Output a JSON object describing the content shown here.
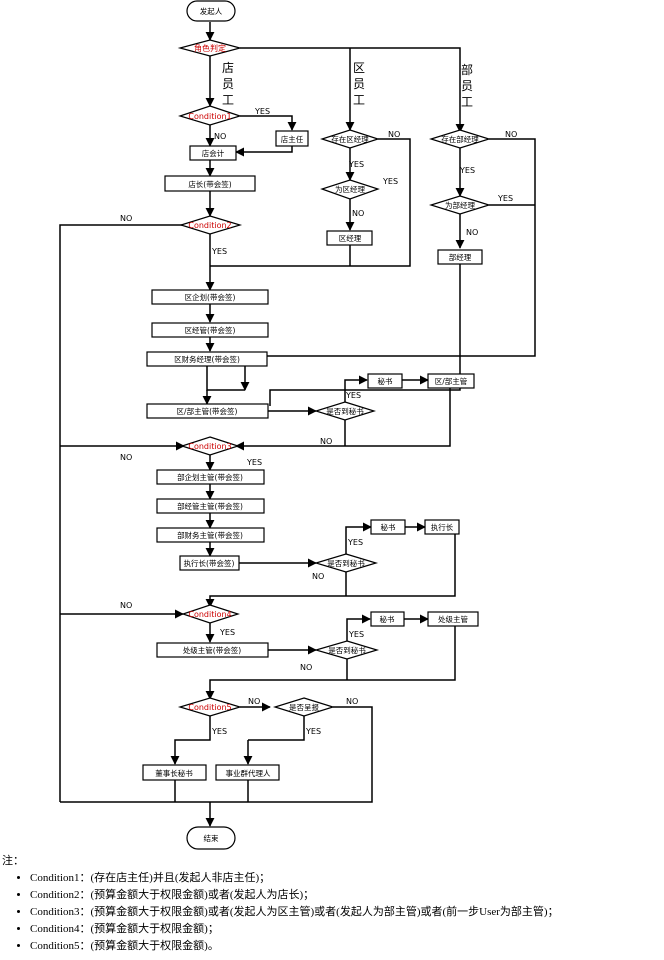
{
  "nodes": {
    "start": "发起人",
    "role": "角色判定",
    "store_staff": [
      "店",
      "员",
      "工"
    ],
    "district_staff": [
      "区",
      "员",
      "工"
    ],
    "dept_staff": [
      "部",
      "员",
      "工"
    ],
    "cond1": "Condition1",
    "store_owner": "店主任",
    "store_accountant": "店会计",
    "store_manager": "店长(带会签)",
    "cond2": "Condition2",
    "has_district_mgr": "存在区经理",
    "is_district_mgr": "为区经理",
    "district_mgr": "区经理",
    "has_dept_mgr": "存在部经理",
    "is_dept_mgr": "为部经理",
    "dept_mgr": "部经理",
    "district_planning": "区企划(带会签)",
    "district_ops": "区经管(带会签)",
    "district_finance": "区财务经理(带会签)",
    "district_head": "区/部主管(带会签)",
    "secretary1_q": "是否到秘书",
    "secretary1": "秘书",
    "district_head2": "区/部主管",
    "cond3": "Condition3",
    "dept_planning": "部企划主管(带会签)",
    "dept_ops": "部经管主管(带会签)",
    "dept_finance": "部财务主管(带会签)",
    "executive": "执行长(带会签)",
    "secretary2_q": "是否到秘书",
    "secretary2": "秘书",
    "executive2": "执行长",
    "cond4": "Condition4",
    "division_head": "处级主管(带会签)",
    "secretary3_q": "是否到秘书",
    "secretary3": "秘书",
    "division_head2": "处级主管",
    "cond5": "Condition5",
    "report_q": "是否呈报",
    "chairman_secretary": "董事长秘书",
    "business_agent": "事业群代理人",
    "end": "结束"
  },
  "edge_labels": {
    "yes": "YES",
    "no": "NO"
  },
  "colors": {
    "condition_text": "#cc0000",
    "line": "#000000"
  },
  "notes": {
    "title": "注：",
    "items": [
      "Condition1：(存在店主任)并且(发起人非店主任)；",
      "Condition2：(预算金额大于权限金额)或者(发起人为店长)；",
      "Condition3：(预算金额大于权限金额)或者(发起人为区主管)或者(发起人为部主管)或者(前一步User为部主管)；",
      "Condition4：(预算金额大于权限金额)；",
      "Condition5：(预算金额大于权限金额)。"
    ]
  }
}
